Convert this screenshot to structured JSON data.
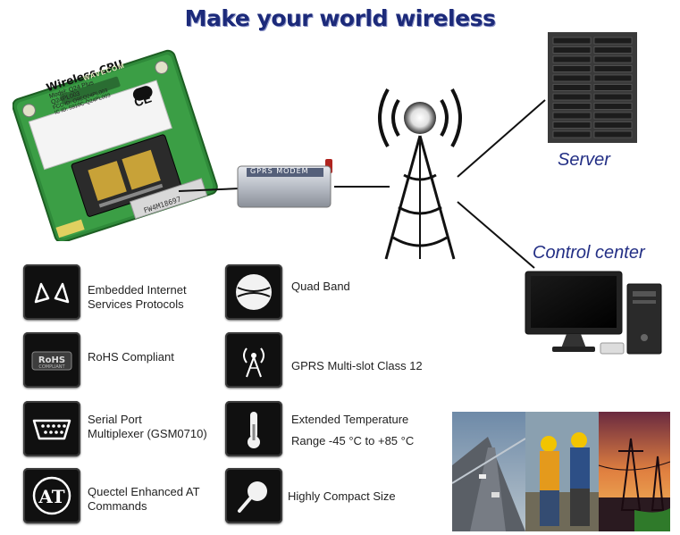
{
  "title": "Make your world wireless",
  "server_label": "Server",
  "control_center_label": "Control center",
  "module": {
    "line1": "Wireless CPU",
    "line2": "Model: Q24 Plus",
    "line3": "Q24PL003",
    "line4": "FCC ID: O9EQ24PL003",
    "line5": "IC ID: 5910C-Q24PL003",
    "brand": "WAVECOM",
    "ce": "CE",
    "serial": "FW4M18697"
  },
  "modem_label": "GPRS MODEM",
  "features": [
    {
      "icon": "internet-protocol-icon",
      "lines": [
        "Embedded Internet",
        "Services Protocols"
      ]
    },
    {
      "icon": "rohs-icon",
      "lines": [
        "RoHS Compliant"
      ]
    },
    {
      "icon": "serial-port-icon",
      "lines": [
        "Serial Port",
        "Multiplexer (GSM0710)"
      ]
    },
    {
      "icon": "at-icon",
      "lines": [
        "Quectel Enhanced AT",
        "Commands"
      ]
    },
    {
      "icon": "quad-band-icon",
      "lines": [
        "Quad Band"
      ]
    },
    {
      "icon": "antenna-tower-icon",
      "lines": [
        "GPRS Multi-slot Class 12"
      ]
    },
    {
      "icon": "thermometer-icon",
      "lines": [
        "Extended Temperature",
        "Range -45 °C to +85 °C"
      ]
    },
    {
      "icon": "magnifier-icon",
      "lines": [
        "Highly Compact Size"
      ]
    }
  ],
  "rohs_icon_text": {
    "main": "RoHS",
    "sub": "COMPLIANT"
  },
  "at_icon_text": "AT"
}
